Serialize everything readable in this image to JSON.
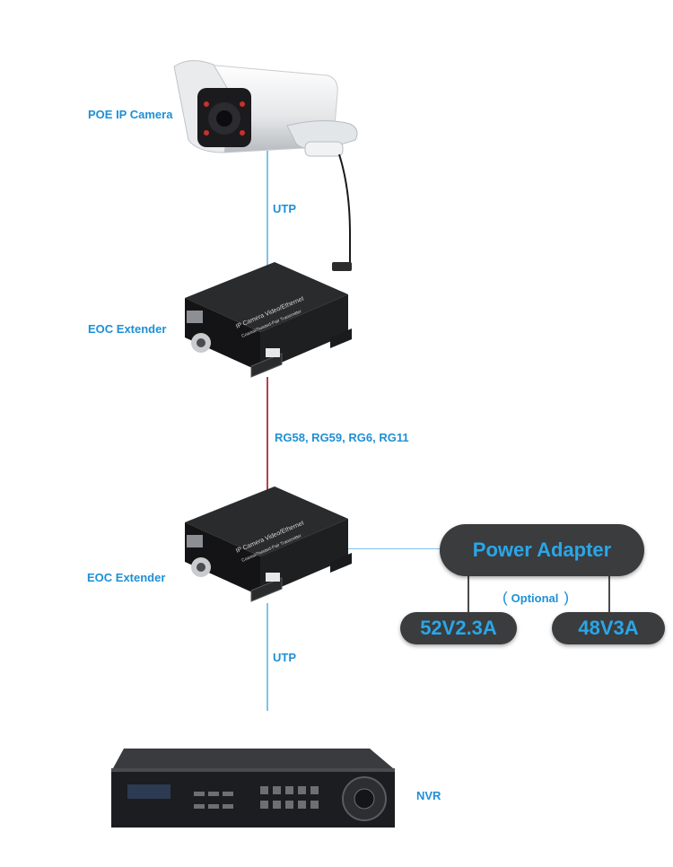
{
  "labels": {
    "camera": "POE IP Camera",
    "utp_top": "UTP",
    "eoc_top": "EOC Extender",
    "cable": "RG58, RG59, RG6, RG11",
    "eoc_bottom": "EOC Extender",
    "utp_bottom": "UTP",
    "nvr": "NVR"
  },
  "device_text": {
    "extender_line1": "IP Camera Video/Ethernet",
    "extender_line2": "Coaxial/Twisted-Pair Transmitter"
  },
  "power": {
    "title": "Power Adapter",
    "optional": "Optional",
    "option_a": "52V2.3A",
    "option_b": "48V3A"
  },
  "colors": {
    "label": "#1e90d6",
    "utp_line": "#7ec3ec",
    "coax_line": "#b3414e",
    "pill": "#3b3c3e",
    "pill_text": "#2aa6e8"
  }
}
